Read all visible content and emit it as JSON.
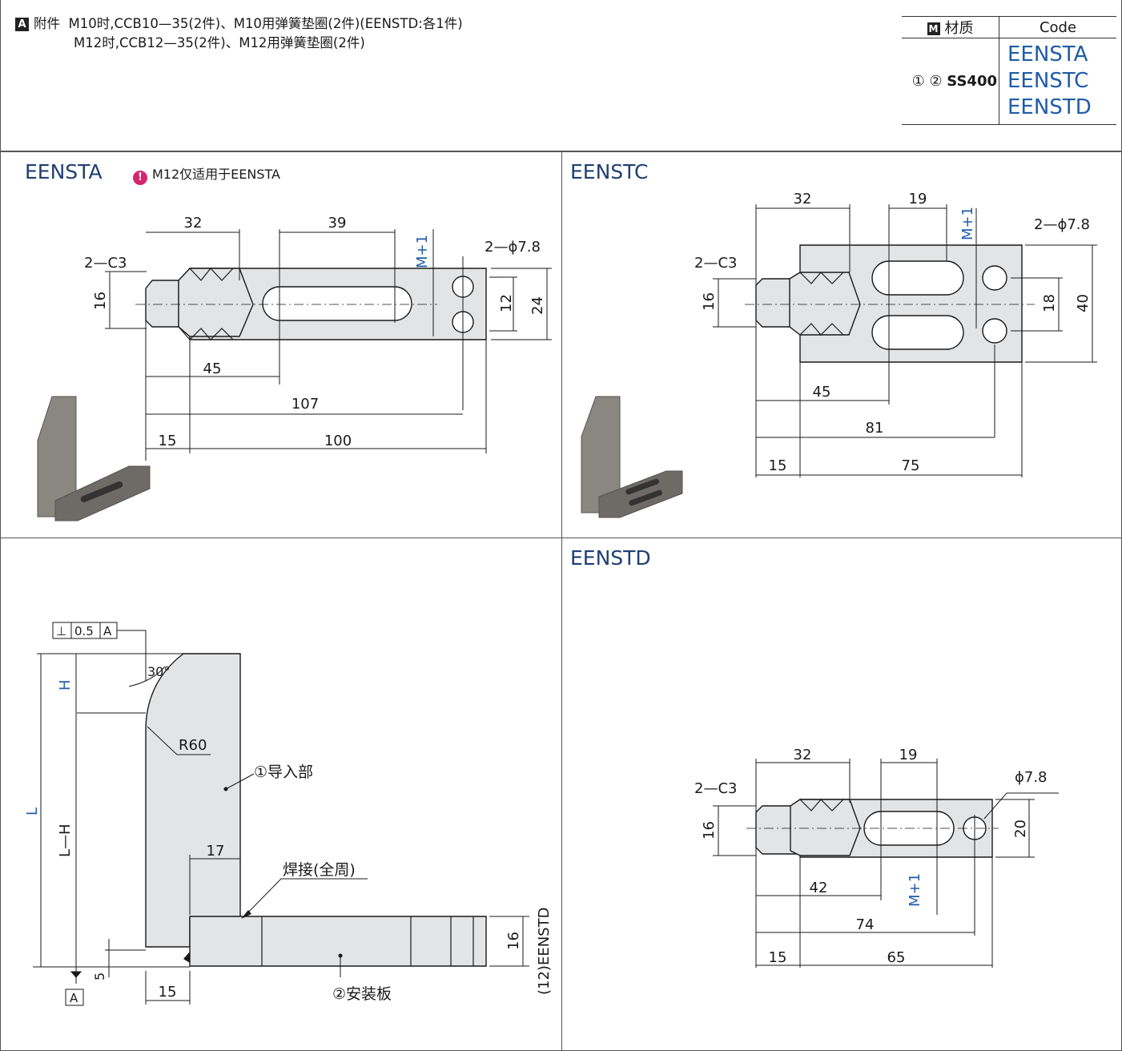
{
  "accessories": {
    "badge": "A",
    "label": "附件",
    "line1": "M10时,CCB10—35(2件)、M10用弹簧垫圈(2件)(EENSTD:各1件)",
    "line2": "M12时,CCB12—35(2件)、M12用弹簧垫圈(2件)"
  },
  "material_table": {
    "header_badge": "M",
    "header_material": "材质",
    "header_code": "Code",
    "part_numbers": "① ②",
    "material": "SS400",
    "codes": [
      "EENSTA",
      "EENSTC",
      "EENSTD"
    ]
  },
  "panels": {
    "eensta": {
      "title": "EENSTA",
      "note_badge": "!",
      "note": "M12仅适用于EENSTA",
      "dims": {
        "d32": "32",
        "d39": "39",
        "m1": "M+1",
        "hole": "2—ϕ7.8",
        "chamfer": "2—C3",
        "d16": "16",
        "d12": "12",
        "d24": "24",
        "d45": "45",
        "d107": "107",
        "d15": "15",
        "d100": "100"
      }
    },
    "eenstc": {
      "title": "EENSTC",
      "dims": {
        "d32": "32",
        "d19": "19",
        "m1": "M+1",
        "hole": "2—ϕ7.8",
        "chamfer": "2—C3",
        "d16": "16",
        "d18": "18",
        "d40": "40",
        "d45": "45",
        "d81": "81",
        "d15": "15",
        "d75": "75"
      }
    },
    "side": {
      "tolerance": [
        "⊥",
        "0.5",
        "A"
      ],
      "datum": "A",
      "angle": "30°",
      "radius": "R60",
      "h": "H",
      "l": "L",
      "lh": "L—H",
      "part1": "①导入部",
      "d17": "17",
      "weld": "焊接(全周)",
      "d5": "5",
      "d15": "15",
      "part2": "②安装板",
      "d16": "16",
      "d12_std": "(12)EENSTD"
    },
    "eenstd": {
      "title": "EENSTD",
      "dims": {
        "d32": "32",
        "d19": "19",
        "hole": "ϕ7.8",
        "chamfer": "2—C3",
        "d16": "16",
        "d20": "20",
        "d42": "42",
        "m1": "M+1",
        "d74": "74",
        "d15": "15",
        "d65": "65"
      }
    }
  },
  "colors": {
    "title": "#1f3f72",
    "blue_label": "#1f5ca8",
    "part_fill": "#e3e4e6",
    "note_pin": "#d6246e"
  }
}
